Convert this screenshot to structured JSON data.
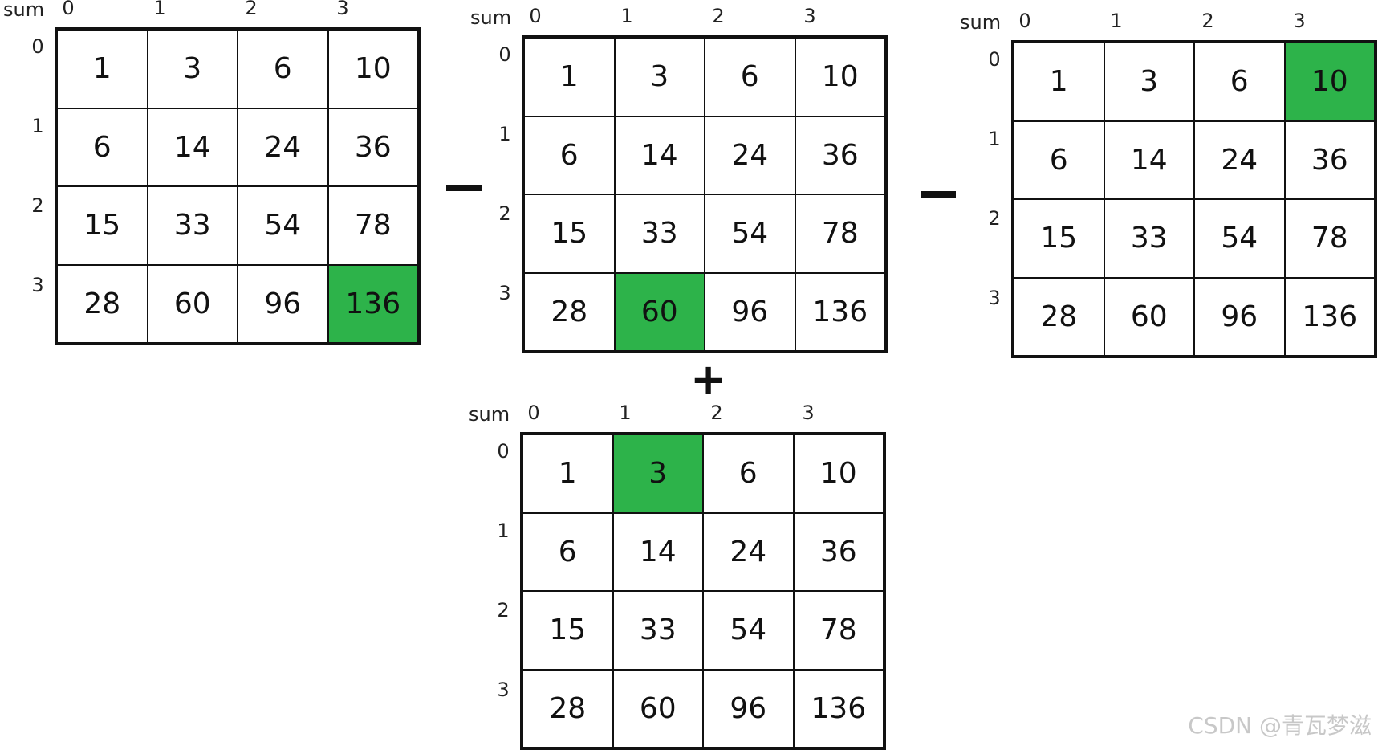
{
  "matrix_labels": {
    "sum": "sum",
    "cols": [
      "0",
      "1",
      "2",
      "3"
    ],
    "rows": [
      "0",
      "1",
      "2",
      "3"
    ]
  },
  "values": [
    [
      "1",
      "3",
      "6",
      "10"
    ],
    [
      "6",
      "14",
      "24",
      "36"
    ],
    [
      "15",
      "33",
      "54",
      "78"
    ],
    [
      "28",
      "60",
      "96",
      "136"
    ]
  ],
  "matrices": [
    {
      "id": "matrix-a",
      "highlight": [
        3,
        3
      ]
    },
    {
      "id": "matrix-b",
      "highlight": [
        3,
        1
      ]
    },
    {
      "id": "matrix-c",
      "highlight": [
        0,
        3
      ]
    },
    {
      "id": "matrix-d",
      "highlight": [
        0,
        1
      ]
    }
  ],
  "operators": {
    "minus_1": "−",
    "minus_2": "−",
    "plus": "+"
  },
  "colors": {
    "highlight": "#2db34a",
    "grid_line": "#111111"
  },
  "watermark": "CSDN @青瓦梦滋"
}
